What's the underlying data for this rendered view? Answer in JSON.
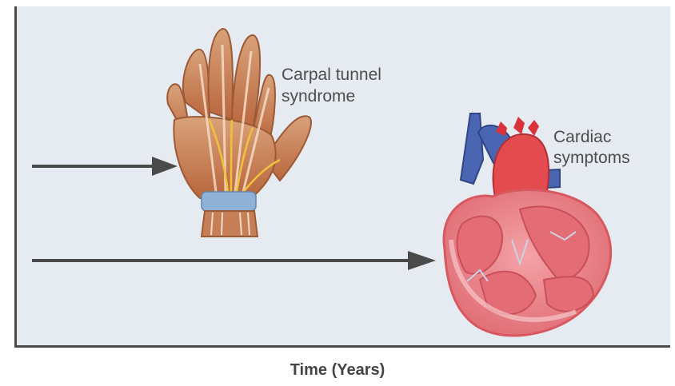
{
  "hand": {
    "label_line1": "Carpal tunnel",
    "label_line2": "syndrome"
  },
  "heart": {
    "label_line1": "Cardiac",
    "label_line2": "symptoms"
  },
  "x_axis": {
    "label": "Time (Years)"
  }
}
